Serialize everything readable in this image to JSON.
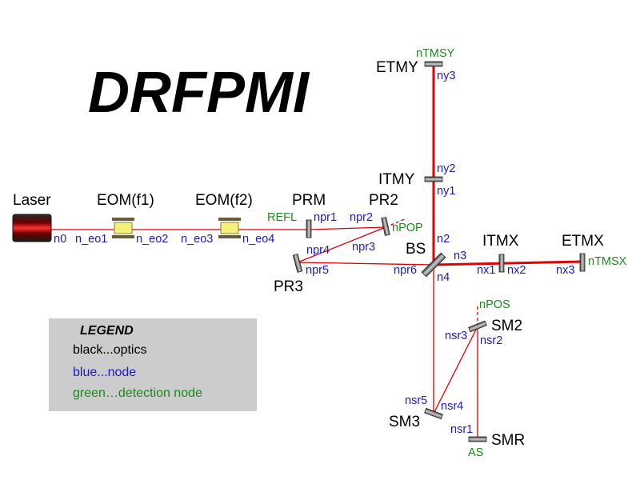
{
  "title": "DRFPMI",
  "colors": {
    "beam": "#e00000",
    "node": "#1a1acc",
    "detection": "#1a8a1a",
    "optic": "#000000",
    "legend_bg": "#cccccc"
  },
  "optics": {
    "laser": "Laser",
    "eom1": "EOM(f1)",
    "eom2": "EOM(f2)",
    "prm": "PRM",
    "pr2": "PR2",
    "pr3": "PR3",
    "bs": "BS",
    "itmx": "ITMX",
    "etmx": "ETMX",
    "itmy": "ITMY",
    "etmy": "ETMY",
    "sm2": "SM2",
    "sm3": "SM3",
    "smr": "SMR"
  },
  "nodes": {
    "n0": "n0",
    "n_eo1": "n_eo1",
    "n_eo2": "n_eo2",
    "n_eo3": "n_eo3",
    "n_eo4": "n_eo4",
    "npr1": "npr1",
    "npr2": "npr2",
    "npr3": "npr3",
    "npr4": "npr4",
    "npr5": "npr5",
    "npr6": "npr6",
    "n2": "n2",
    "n3": "n3",
    "n4": "n4",
    "nx1": "nx1",
    "nx2": "nx2",
    "nx3": "nx3",
    "ny1": "ny1",
    "ny2": "ny2",
    "ny3": "ny3",
    "nsr1": "nsr1",
    "nsr2": "nsr2",
    "nsr3": "nsr3",
    "nsr4": "nsr4",
    "nsr5": "nsr5"
  },
  "detection_nodes": {
    "refl": "REFL",
    "npop": "nPOP",
    "ntmsx": "nTMSX",
    "ntmsy": "nTMSY",
    "npos": "nPOS",
    "as": "AS"
  },
  "legend": {
    "heading": "LEGEND",
    "optics": "black...optics",
    "node": "blue...node",
    "detection": "green…detection node"
  }
}
